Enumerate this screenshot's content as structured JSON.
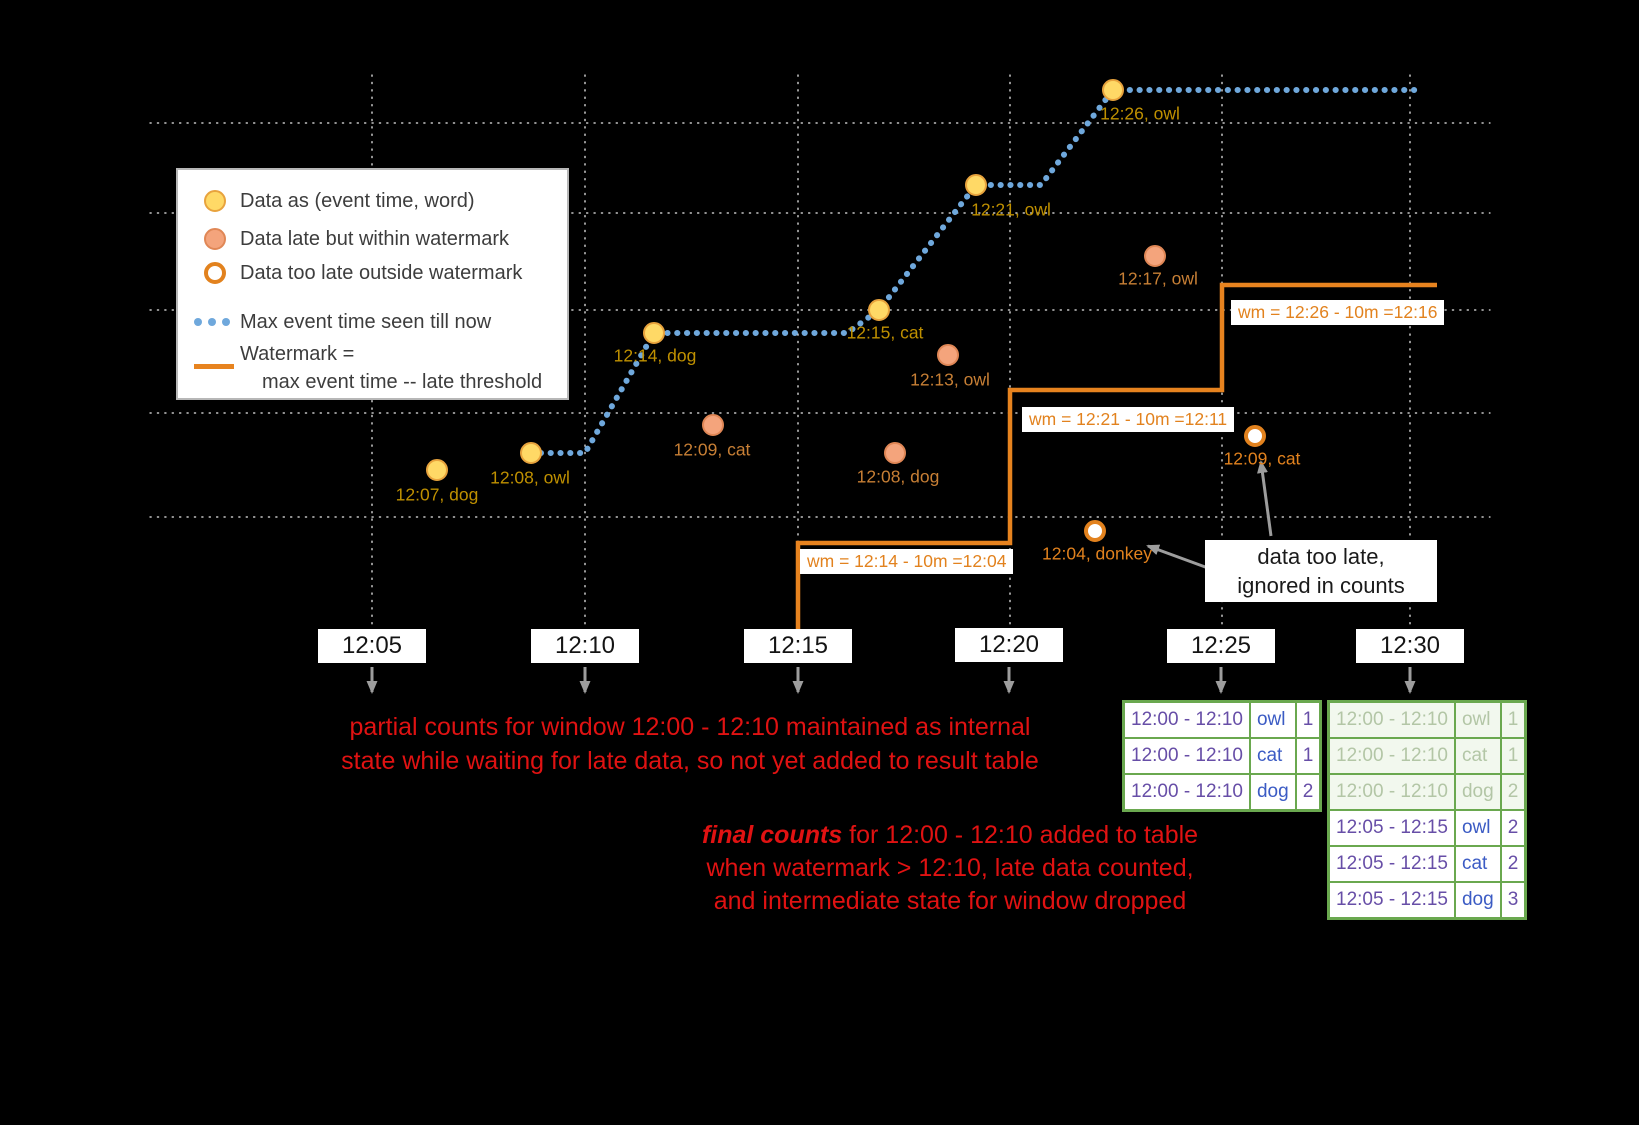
{
  "colors": {
    "background": "#000000",
    "on_time_point": "#ffd966",
    "late_point": "#f4a47c",
    "too_late_ring": "#e2821e",
    "max_event_time_line": "#6fa8dc",
    "watermark_line": "#e7831f",
    "annotation_red": "#e01212",
    "table_border_green": "#6aa84f",
    "table_window_purple": "#674ea7",
    "table_word_blue": "#3b5bc4"
  },
  "legend": {
    "point_items": [
      {
        "label": "Data as (event time, word)"
      },
      {
        "label": "Data late but within watermark"
      },
      {
        "label": "Data too late outside watermark"
      }
    ],
    "max_event_line_label": "Max event time seen till now",
    "watermark_line_label_line1": "Watermark =",
    "watermark_line_label_line2": "max event time -- late threshold"
  },
  "axis_ticks": [
    "12:05",
    "12:10",
    "12:15",
    "12:20",
    "12:25",
    "12:30"
  ],
  "points": {
    "on_time": [
      {
        "label": "12:07, dog"
      },
      {
        "label": "12:08, owl"
      },
      {
        "label": "12:14, dog"
      },
      {
        "label": "12:15, cat"
      },
      {
        "label": "12:21, owl"
      },
      {
        "label": "12:26, owl"
      }
    ],
    "late": [
      {
        "label": "12:09, cat"
      },
      {
        "label": "12:08, dog"
      },
      {
        "label": "12:13, owl"
      },
      {
        "label": "12:17, owl"
      }
    ],
    "too_late": [
      {
        "label": "12:04, donkey"
      },
      {
        "label": "12:09, cat"
      }
    ]
  },
  "watermark_labels": [
    {
      "text": "wm = 12:14 - 10m =12:04"
    },
    {
      "text": "wm = 12:21 - 10m =12:11"
    },
    {
      "text": "wm = 12:26 - 10m =12:16"
    }
  ],
  "annotations": {
    "partial_line1": "partial counts for window 12:00 - 12:10 maintained as internal",
    "partial_line2": "state while waiting for late data, so not yet added to result table",
    "final_emphasis": "final counts",
    "final_line1_rest": " for 12:00 - 12:10 added to table",
    "final_line2": "when watermark > 12:10, late data counted,",
    "final_line3": "and intermediate state for window dropped",
    "too_late_line1": "data too late,",
    "too_late_line2": "ignored in counts"
  },
  "result_tables": {
    "at_12_25": {
      "rows": [
        {
          "window": "12:00 - 12:10",
          "word": "owl",
          "count": "1"
        },
        {
          "window": "12:00 - 12:10",
          "word": "cat",
          "count": "1"
        },
        {
          "window": "12:00 - 12:10",
          "word": "dog",
          "count": "2"
        }
      ]
    },
    "at_12_30": {
      "rows": [
        {
          "window": "12:00 - 12:10",
          "word": "owl",
          "count": "1"
        },
        {
          "window": "12:00 - 12:10",
          "word": "cat",
          "count": "1"
        },
        {
          "window": "12:00 - 12:10",
          "word": "dog",
          "count": "2"
        },
        {
          "window": "12:05 - 12:15",
          "word": "owl",
          "count": "2"
        },
        {
          "window": "12:05 - 12:15",
          "word": "cat",
          "count": "2"
        },
        {
          "window": "12:05 - 12:15",
          "word": "dog",
          "count": "3"
        }
      ]
    }
  }
}
